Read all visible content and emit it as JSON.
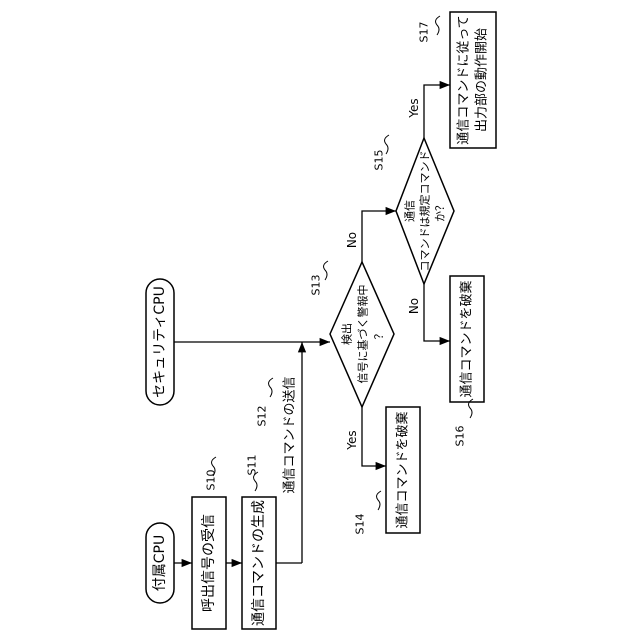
{
  "diagram": {
    "terminals": {
      "fuzoku_cpu": "付属CPU",
      "security_cpu": "セキュリティCPU"
    },
    "steps": {
      "s10": {
        "id": "S10",
        "label": "呼出信号の受信"
      },
      "s11": {
        "id": "S11",
        "label": "通信コマンドの生成"
      },
      "s12": {
        "id": "S12",
        "label": "通信コマンドの送信"
      },
      "s13": {
        "id": "S13",
        "line1": "検出",
        "line2": "信号に基づく警報中",
        "line3": "？"
      },
      "s14": {
        "id": "S14",
        "label": "通信コマンドを破棄"
      },
      "s15": {
        "id": "S15",
        "line1": "通信",
        "line2": "コマンドは規定コマンド",
        "line3": "か？"
      },
      "s16": {
        "id": "S16",
        "label": "通信コマンドを破棄"
      },
      "s17": {
        "id": "S17",
        "line1": "通信コマンドに従って",
        "line2": "出力部の動作開始"
      }
    },
    "branches": {
      "s13_yes": "Yes",
      "s13_no": "No",
      "s15_yes": "Yes",
      "s15_no": "No"
    }
  }
}
